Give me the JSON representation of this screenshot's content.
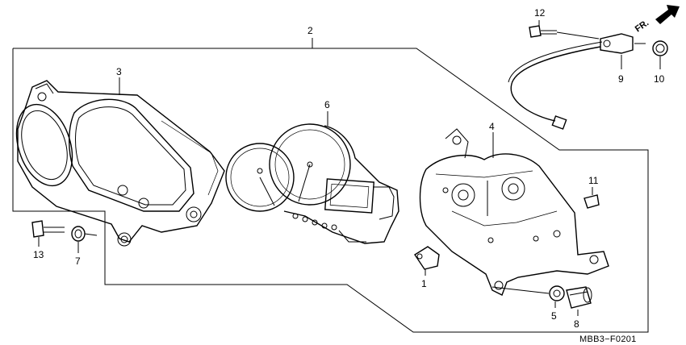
{
  "diagram": {
    "code": "MBB3−F0201",
    "direction_label": "FR.",
    "callouts": [
      {
        "id": "c1",
        "text": "1"
      },
      {
        "id": "c2",
        "text": "2"
      },
      {
        "id": "c3",
        "text": "3"
      },
      {
        "id": "c4",
        "text": "4"
      },
      {
        "id": "c5",
        "text": "5"
      },
      {
        "id": "c6",
        "text": "6"
      },
      {
        "id": "c7",
        "text": "7"
      },
      {
        "id": "c8",
        "text": "8"
      },
      {
        "id": "c9",
        "text": "9"
      },
      {
        "id": "c10",
        "text": "10"
      },
      {
        "id": "c11",
        "text": "11"
      },
      {
        "id": "c12",
        "text": "12"
      },
      {
        "id": "c13",
        "text": "13"
      }
    ]
  }
}
